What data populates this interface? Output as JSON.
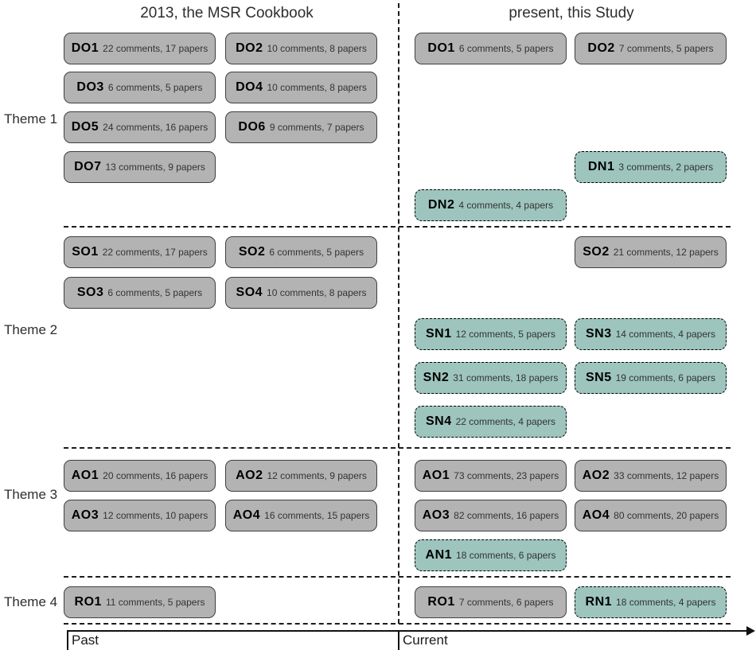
{
  "headers": {
    "left": "2013, the MSR Cookbook",
    "right": "present, this Study"
  },
  "axis": {
    "past_label": "Past",
    "current_label": "Current"
  },
  "colors": {
    "old_box_fill": "#b3b3b3",
    "old_box_border": "#3f3f3f",
    "new_box_fill": "#9dc5bd",
    "new_box_border": "#000000"
  },
  "themes": [
    {
      "label": "Theme 1"
    },
    {
      "label": "Theme 2"
    },
    {
      "label": "Theme 3"
    },
    {
      "label": "Theme 4"
    }
  ],
  "boxes": [
    {
      "id": "DO1",
      "detail": "22 comments, 17 papers",
      "side": "cookbook",
      "theme": 1,
      "row": 0,
      "col": 0,
      "kind": "old"
    },
    {
      "id": "DO2",
      "detail": "10 comments, 8 papers",
      "side": "cookbook",
      "theme": 1,
      "row": 0,
      "col": 1,
      "kind": "old"
    },
    {
      "id": "DO3",
      "detail": "6 comments, 5 papers",
      "side": "cookbook",
      "theme": 1,
      "row": 1,
      "col": 0,
      "kind": "old"
    },
    {
      "id": "DO4",
      "detail": "10 comments, 8 papers",
      "side": "cookbook",
      "theme": 1,
      "row": 1,
      "col": 1,
      "kind": "old"
    },
    {
      "id": "DO5",
      "detail": "24 comments, 16 papers",
      "side": "cookbook",
      "theme": 1,
      "row": 2,
      "col": 0,
      "kind": "old"
    },
    {
      "id": "DO6",
      "detail": "9 comments, 7 papers",
      "side": "cookbook",
      "theme": 1,
      "row": 2,
      "col": 1,
      "kind": "old"
    },
    {
      "id": "DO7",
      "detail": "13 comments, 9 papers",
      "side": "cookbook",
      "theme": 1,
      "row": 3,
      "col": 0,
      "kind": "old"
    },
    {
      "id": "SO1",
      "detail": "22 comments, 17 papers",
      "side": "cookbook",
      "theme": 2,
      "row": 0,
      "col": 0,
      "kind": "old"
    },
    {
      "id": "SO2",
      "detail": "6 comments, 5 papers",
      "side": "cookbook",
      "theme": 2,
      "row": 0,
      "col": 1,
      "kind": "old"
    },
    {
      "id": "SO3",
      "detail": "6 comments, 5 papers",
      "side": "cookbook",
      "theme": 2,
      "row": 1,
      "col": 0,
      "kind": "old"
    },
    {
      "id": "SO4",
      "detail": "10 comments, 8 papers",
      "side": "cookbook",
      "theme": 2,
      "row": 1,
      "col": 1,
      "kind": "old"
    },
    {
      "id": "AO1",
      "detail": "20 comments, 16 papers",
      "side": "cookbook",
      "theme": 3,
      "row": 0,
      "col": 0,
      "kind": "old"
    },
    {
      "id": "AO2",
      "detail": "12 comments, 9 papers",
      "side": "cookbook",
      "theme": 3,
      "row": 0,
      "col": 1,
      "kind": "old"
    },
    {
      "id": "AO3",
      "detail": "12 comments, 10 papers",
      "side": "cookbook",
      "theme": 3,
      "row": 1,
      "col": 0,
      "kind": "old"
    },
    {
      "id": "AO4",
      "detail": "16 comments, 15 papers",
      "side": "cookbook",
      "theme": 3,
      "row": 1,
      "col": 1,
      "kind": "old"
    },
    {
      "id": "RO1",
      "detail": "11 comments, 5 papers",
      "side": "cookbook",
      "theme": 4,
      "row": 0,
      "col": 0,
      "kind": "old"
    },
    {
      "id": "DO1",
      "detail": "6 comments, 5 papers",
      "side": "study",
      "theme": 1,
      "row": 0,
      "col": 0,
      "kind": "old"
    },
    {
      "id": "DO2",
      "detail": "7 comments, 5 papers",
      "side": "study",
      "theme": 1,
      "row": 0,
      "col": 1,
      "kind": "old"
    },
    {
      "id": "DN1",
      "detail": "3 comments, 2 papers",
      "side": "study",
      "theme": 1,
      "row": 3,
      "col": 1,
      "kind": "new"
    },
    {
      "id": "DN2",
      "detail": "4 comments, 4 papers",
      "side": "study",
      "theme": 1,
      "row": 4,
      "col": 0,
      "kind": "new"
    },
    {
      "id": "SO2",
      "detail": "21 comments, 12 papers",
      "side": "study",
      "theme": 2,
      "row": 0,
      "col": 1,
      "kind": "old"
    },
    {
      "id": "SN1",
      "detail": "12 comments, 5 papers",
      "side": "study",
      "theme": 2,
      "row": 2,
      "col": 0,
      "kind": "new"
    },
    {
      "id": "SN3",
      "detail": "14 comments, 4 papers",
      "side": "study",
      "theme": 2,
      "row": 2,
      "col": 1,
      "kind": "new"
    },
    {
      "id": "SN2",
      "detail": "31 comments, 18 papers",
      "side": "study",
      "theme": 2,
      "row": 3,
      "col": 0,
      "kind": "new"
    },
    {
      "id": "SN5",
      "detail": "19 comments, 6 papers",
      "side": "study",
      "theme": 2,
      "row": 3,
      "col": 1,
      "kind": "new"
    },
    {
      "id": "SN4",
      "detail": "22 comments, 4 papers",
      "side": "study",
      "theme": 2,
      "row": 4,
      "col": 0,
      "kind": "new"
    },
    {
      "id": "AO1",
      "detail": "73 comments, 23 papers",
      "side": "study",
      "theme": 3,
      "row": 0,
      "col": 0,
      "kind": "old"
    },
    {
      "id": "AO2",
      "detail": "33 comments, 12 papers",
      "side": "study",
      "theme": 3,
      "row": 0,
      "col": 1,
      "kind": "old"
    },
    {
      "id": "AO3",
      "detail": "82 comments, 16 papers",
      "side": "study",
      "theme": 3,
      "row": 1,
      "col": 0,
      "kind": "old"
    },
    {
      "id": "AO4",
      "detail": "80 comments, 20 papers",
      "side": "study",
      "theme": 3,
      "row": 1,
      "col": 1,
      "kind": "old"
    },
    {
      "id": "AN1",
      "detail": "18 comments, 6 papers",
      "side": "study",
      "theme": 3,
      "row": 2,
      "col": 0,
      "kind": "new"
    },
    {
      "id": "RO1",
      "detail": "7 comments, 6 papers",
      "side": "study",
      "theme": 4,
      "row": 0,
      "col": 0,
      "kind": "old"
    },
    {
      "id": "RN1",
      "detail": "18 comments, 4 papers",
      "side": "study",
      "theme": 4,
      "row": 0,
      "col": 1,
      "kind": "new"
    }
  ]
}
